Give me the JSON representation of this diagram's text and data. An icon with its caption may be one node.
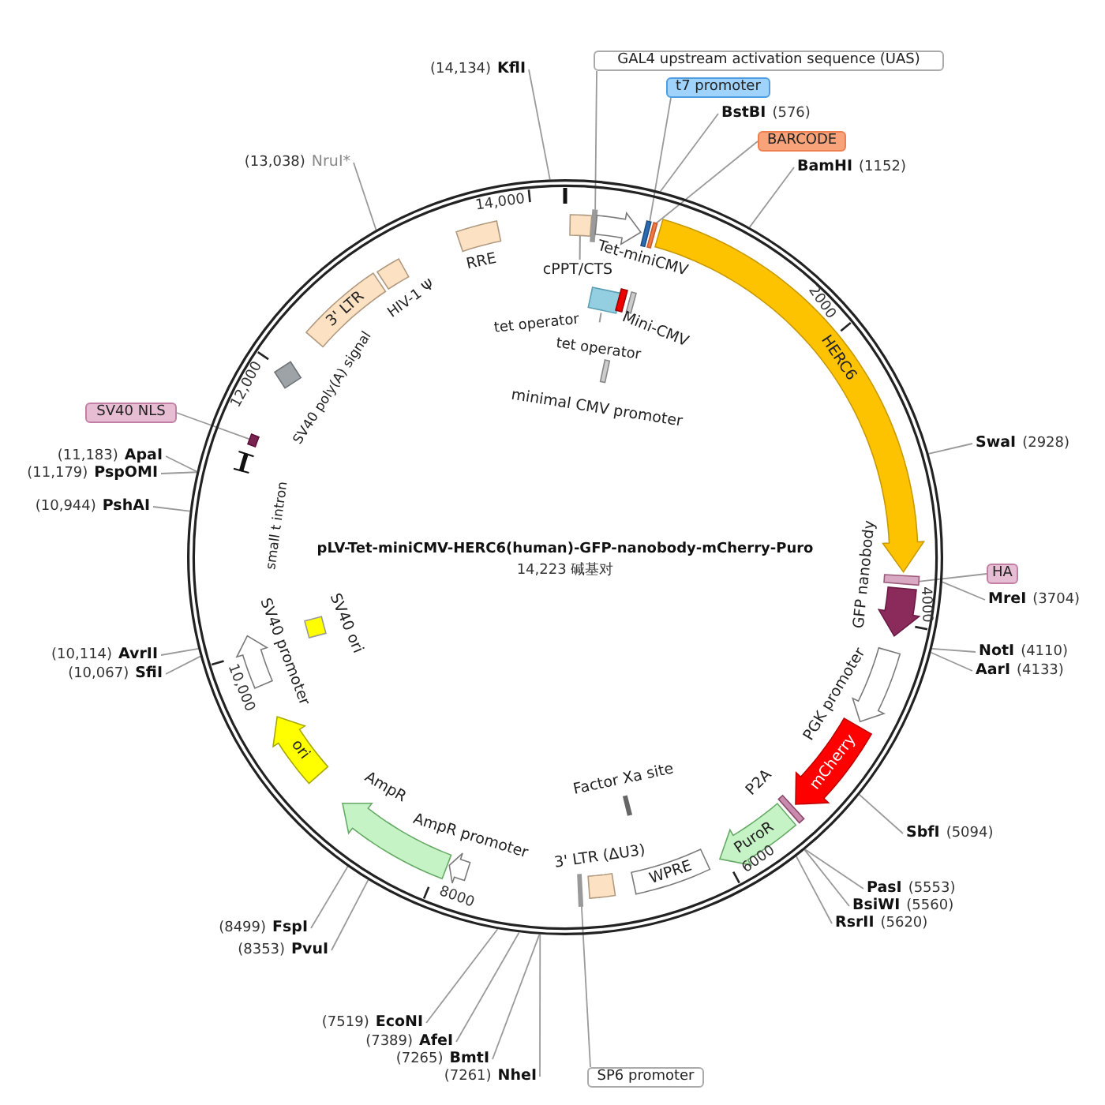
{
  "diagram": {
    "title": "pLV-Tet-miniCMV-HERC6(human)-GFP-nanobody-mCherry-Puro",
    "nodes": [
      {
        "text": [],
        "shape": "circle"
      },
      {
        "text": [
          "cPPT/CTS"
        ],
        "in": 0
      },
      {
        "text": [],
        "shape": "bar",
        "in": 0
      },
      {
        "text": [
          "Tet-miniCMV"
        ],
        "in": 0
      },
      {
        "text": [],
        "shape": "bar",
        "in": 0
      },
      {
        "text": [],
        "shape": "bar",
        "in": 0
      },
      {
        "text": [
          "HERC6"
        ],
        "in": 0
      },
      {
        "text": [],
        "shape": "bar",
        "in": 0
      },
      {
        "text": [
          "GFP nanobody"
        ],
        "in": 0
      },
      {
        "text": [
          "PGK promoter"
        ],
        "in": 0
      },
      {
        "text": [
          "mCherry"
        ],
        "in": 0
      },
      {
        "text": [
          "P2A"
        ],
        "in": 0
      },
      {
        "text": [
          "PuroR"
        ],
        "in": 0
      },
      {
        "text": [
          "WPRE"
        ],
        "in": 0
      },
      {
        "text": [
          "3' LTR (ΔU3)"
        ],
        "in": 0
      },
      {
        "text": [],
        "shape": "bar",
        "in": 0
      },
      {
        "text": [
          "Factor Xa site"
        ],
        "in": 0
      },
      {
        "text": [
          "AmpR promoter"
        ],
        "in": 0
      },
      {
        "text": [
          "AmpR"
        ],
        "in": 0
      },
      {
        "text": [
          "ori"
        ],
        "in": 0
      },
      {
        "text": [
          "SV40 promoter"
        ],
        "in": 0
      },
      {
        "text": [
          "SV40 ori"
        ],
        "in": 0
      },
      {
        "text": [
          "small t intron"
        ],
        "in": 0
      },
      {
        "text": [],
        "shape": "bar",
        "in": 0
      },
      {
        "text": [
          "SV40 poly(A) signal"
        ],
        "in": 0
      },
      {
        "text": [
          "3' LTR"
        ],
        "in": 0
      },
      {
        "text": [
          "HIV-1 Ψ"
        ],
        "in": 0
      },
      {
        "text": [
          "RRE"
        ],
        "in": 0
      },
      {
        "text": [
          "tet operator"
        ],
        "in": 0
      },
      {
        "text": [
          "tet operator"
        ],
        "in": 0
      },
      {
        "text": [
          "Mini-CMV"
        ],
        "in": 0
      },
      {
        "text": [
          "minimal CMV promoter"
        ],
        "in": 0
      },
      {
        "text": [
          "GAL4 upstream activation sequence (UAS)"
        ]
      },
      {
        "text": [
          "t7 promoter"
        ]
      },
      {
        "text": [
          "BARCODE"
        ]
      },
      {
        "text": [
          "HA"
        ]
      },
      {
        "text": [
          "SV40 NLS"
        ]
      },
      {
        "text": [
          "SP6 promoter"
        ]
      },
      {
        "text": [
          "KflI"
        ],
        "beside": [
          "(14,134)"
        ]
      },
      {
        "text": [
          "NruI*"
        ],
        "beside": [
          "(13,038)"
        ]
      },
      {
        "text": [
          "BstBI"
        ],
        "beside": [
          "(576)"
        ]
      },
      {
        "text": [
          "BamHI"
        ],
        "beside": [
          "(1152)"
        ]
      },
      {
        "text": [
          "SwaI"
        ],
        "beside": [
          "(2928)"
        ]
      },
      {
        "text": [
          "MreI"
        ],
        "beside": [
          "(3704)"
        ]
      },
      {
        "text": [
          "NotI"
        ],
        "beside": [
          "(4110)"
        ]
      },
      {
        "text": [
          "AarI"
        ],
        "beside": [
          "(4133)"
        ]
      },
      {
        "text": [
          "SbfI"
        ],
        "beside": [
          "(5094)"
        ]
      },
      {
        "text": [
          "PasI"
        ],
        "beside": [
          "(5553)"
        ]
      },
      {
        "text": [
          "BsiWI"
        ],
        "beside": [
          "(5560)"
        ]
      },
      {
        "text": [
          "RsrII"
        ],
        "beside": [
          "(5620)"
        ]
      },
      {
        "text": [
          "EcoNI"
        ],
        "beside": [
          "(7519)"
        ]
      },
      {
        "text": [
          "AfeI"
        ],
        "beside": [
          "(7389)"
        ]
      },
      {
        "text": [
          "BmtI"
        ],
        "beside": [
          "(7265)"
        ]
      },
      {
        "text": [
          "NheI"
        ],
        "beside": [
          "(7261)"
        ]
      },
      {
        "text": [
          "FspI"
        ],
        "beside": [
          "(8499)"
        ]
      },
      {
        "text": [
          "PvuI"
        ],
        "beside": [
          "(8353)"
        ]
      },
      {
        "text": [
          "AvrII"
        ],
        "beside": [
          "(10,114)"
        ]
      },
      {
        "text": [
          "SfiI"
        ],
        "beside": [
          "(10,067)"
        ]
      },
      {
        "text": [
          "PshAI"
        ],
        "beside": [
          "(10,944)"
        ]
      },
      {
        "text": [
          "ApaI"
        ],
        "beside": [
          "(11,183)"
        ]
      },
      {
        "text": [
          "PspOMI"
        ],
        "beside": [
          "(11,179)"
        ]
      }
    ],
    "edges": [
      {
        "from": 32,
        "to": 2,
        "arrow": "none"
      },
      {
        "from": 33,
        "to": 4,
        "arrow": "none"
      },
      {
        "from": 34,
        "to": 5,
        "arrow": "none"
      },
      {
        "from": 35,
        "to": 7,
        "arrow": "none"
      },
      {
        "from": 36,
        "to": 23,
        "arrow": "none"
      },
      {
        "from": 37,
        "to": 15,
        "arrow": "none"
      },
      {
        "from": 38,
        "to": 0,
        "arrow": "none"
      },
      {
        "from": 39,
        "to": 0,
        "arrow": "none"
      },
      {
        "from": 40,
        "to": 0,
        "arrow": "none"
      },
      {
        "from": 41,
        "to": 0,
        "arrow": "none"
      },
      {
        "from": 42,
        "to": 0,
        "arrow": "none"
      },
      {
        "from": 43,
        "to": 0,
        "arrow": "none"
      },
      {
        "from": 44,
        "to": 0,
        "arrow": "none"
      },
      {
        "from": 45,
        "to": 0,
        "arrow": "none"
      },
      {
        "from": 46,
        "to": 0,
        "arrow": "none"
      },
      {
        "from": 47,
        "to": 0,
        "arrow": "none"
      },
      {
        "from": 48,
        "to": 0,
        "arrow": "none"
      },
      {
        "from": 49,
        "to": 0,
        "arrow": "none"
      },
      {
        "from": 50,
        "to": 0,
        "arrow": "none"
      },
      {
        "from": 51,
        "to": 0,
        "arrow": "none"
      },
      {
        "from": 52,
        "to": 0,
        "arrow": "none"
      },
      {
        "from": 53,
        "to": 0,
        "arrow": "none"
      },
      {
        "from": 54,
        "to": 0,
        "arrow": "none"
      },
      {
        "from": 55,
        "to": 0,
        "arrow": "none"
      },
      {
        "from": 56,
        "to": 0,
        "arrow": "none"
      },
      {
        "from": 57,
        "to": 0,
        "arrow": "none"
      },
      {
        "from": 58,
        "to": 0,
        "arrow": "none"
      },
      {
        "from": 59,
        "to": 0,
        "arrow": "none"
      },
      {
        "from": 60,
        "to": 0,
        "arrow": "none"
      }
    ],
    "labels": [
      "14,223 碱基对",
      "14,000",
      "2000",
      "4000",
      "6000",
      "8000",
      "10,000",
      "12,000"
    ]
  }
}
